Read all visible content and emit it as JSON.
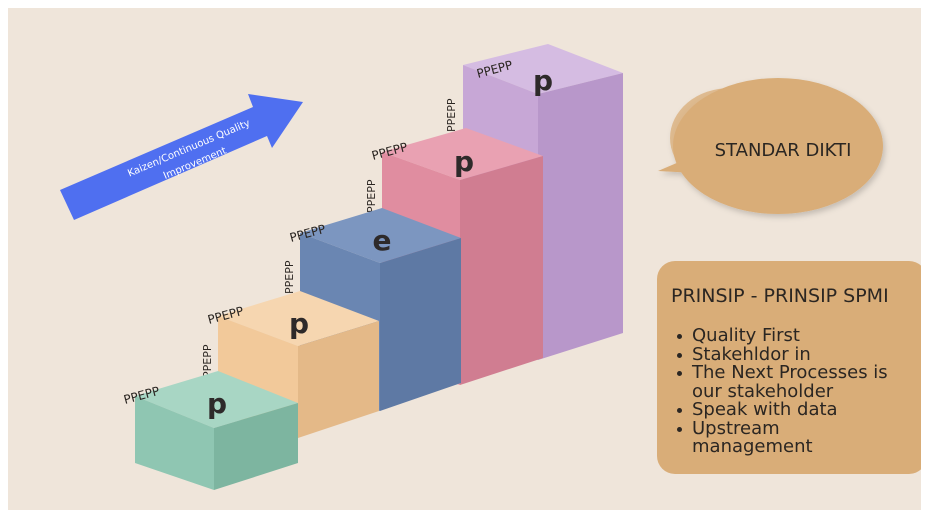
{
  "arrow": {
    "label_line1": "Kaizen/Continuous Quality",
    "label_line2": "Improvement",
    "color": "#4f6ff0"
  },
  "steps": [
    {
      "letter": "p",
      "top_label": "PPEPP",
      "side_label": "",
      "front": "#8fc6b2",
      "top": "#a8d6c4",
      "side": "#7db5a0"
    },
    {
      "letter": "p",
      "top_label": "PPEPP",
      "side_label": "PPEPP",
      "front": "#f2c99a",
      "top": "#f6d6b0",
      "side": "#e4b988"
    },
    {
      "letter": "e",
      "top_label": "PPEPP",
      "side_label": "PPEPP",
      "front": "#6a86b2",
      "top": "#7c96c0",
      "side": "#5e79a4"
    },
    {
      "letter": "p",
      "top_label": "PPEPP",
      "side_label": "PPEPP",
      "front": "#e08da0",
      "top": "#e9a1b2",
      "side": "#d07d91"
    },
    {
      "letter": "p",
      "top_label": "PPEPP",
      "side_label": "PPEPP",
      "front": "#c7a7d6",
      "top": "#d5bce2",
      "side": "#b897ca"
    }
  ],
  "bubble": {
    "text": "STANDAR DIKTI",
    "color": "#d9ad78"
  },
  "principles": {
    "title": "PRINSIP - PRINSIP SPMI",
    "items": [
      "Quality First",
      "Stakehldor in",
      "The Next Processes is",
      "our stakeholder",
      "Speak with data",
      "Upstream",
      "management"
    ],
    "bullet_flags": [
      true,
      true,
      true,
      false,
      true,
      true,
      false
    ],
    "color": "#d9ad78"
  },
  "background": "#efe5da"
}
